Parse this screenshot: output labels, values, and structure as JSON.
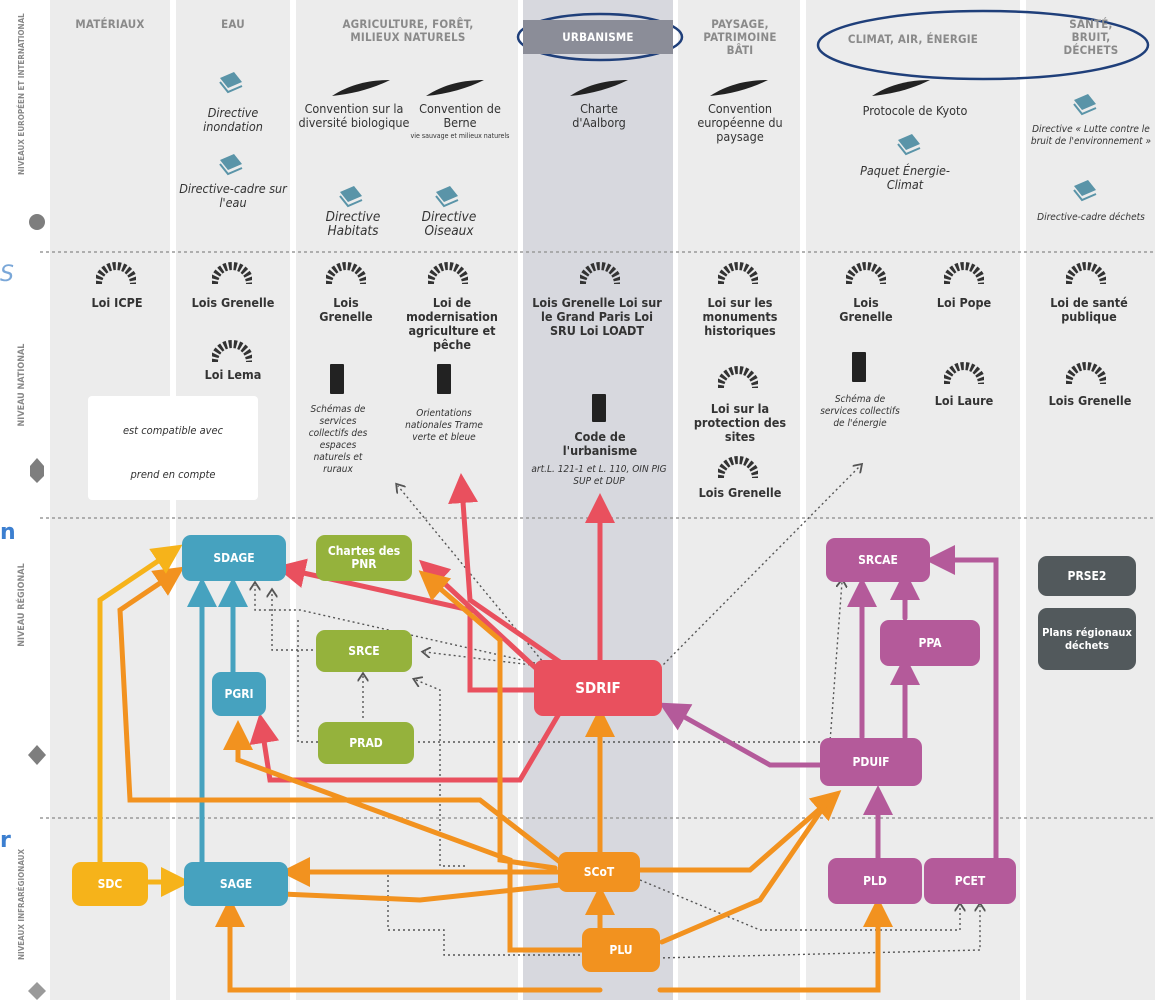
{
  "columns": {
    "materiaux": "MATÉRIAUX",
    "eau": "EAU",
    "agri": "AGRICULTURE, FORÊT, MILIEUX NATURELS",
    "urbanisme": "URBANISME",
    "paysage": "PAYSAGE, PATRIMOINE BÂTI",
    "climat": "CLIMAT, AIR, ÉNERGIE",
    "sante": "SANTÉ, BRUIT, DÉCHETS"
  },
  "levels": {
    "europe": "NIVEAUX EUROPÉEN ET INTERNATIONAL",
    "national": "NIVEAU NATIONAL",
    "regional": "NIVEAU RÉGIONAL",
    "infra": "NIVEAUX INFRARÉGIONAUX"
  },
  "left_fragments": {
    "s": "S",
    "n": "n",
    "r": "r"
  },
  "european": {
    "directive_inondation": "Directive inondation",
    "directive_cadre_eau": "Directive-cadre sur l'eau",
    "convention_diversite": "Convention sur la diversité biologique",
    "convention_berne": "Convention de Berne",
    "convention_berne_sub": "vie sauvage et milieux naturels",
    "directive_habitats": "Directive Habitats",
    "directive_oiseaux": "Directive Oiseaux",
    "charte_aalborg": "Charte d'Aalborg",
    "convention_paysage": "Convention européenne du paysage",
    "protocole_kyoto": "Protocole de Kyoto",
    "paquet_energie": "Paquet Énergie-Climat",
    "directive_bruit": "Directive « Lutte contre le bruit de l'environnement »",
    "directive_dechets": "Directive-cadre déchets"
  },
  "national": {
    "loi_icpe": "Loi ICPE",
    "lois_grenelle_eau": "Lois Grenelle",
    "loi_lema": "Loi Lema",
    "lois_grenelle_agri": "Lois Grenelle",
    "loi_modernisation": "Loi de modernisation agriculture et pêche",
    "schemas_espaces": "Schémas de services collectifs des espaces naturels et ruraux",
    "orientations": "Orientations nationales Trame verte et bleue",
    "urb_lois": "Lois Grenelle Loi sur le Grand Paris Loi SRU Loi LOADT",
    "code_urbanisme": "Code de l'urbanisme",
    "code_art": "art.L. 121-1 et L. 110, OIN PIG SUP et DUP",
    "loi_monuments": "Loi sur les monuments historiques",
    "loi_protection_sites": "Loi sur la protection des sites",
    "lois_grenelle_paysage": "Lois Grenelle",
    "lois_grenelle_climat": "Lois Grenelle",
    "loi_pope": "Loi Pope",
    "schema_energie": "Schéma de services collectifs de l'énergie",
    "loi_laure": "Loi Laure",
    "loi_sante": "Loi de santé publique",
    "lois_grenelle_sante": "Lois Grenelle"
  },
  "legend": {
    "compatible": "est compatible avec",
    "prend_compte": "prend en compte"
  },
  "nodes": {
    "sdage": "SDAGE",
    "pgri": "PGRI",
    "chartes_pnr": "Chartes des PNR",
    "srce": "SRCE",
    "prad": "PRAD",
    "sdrif": "SDRIF",
    "srcae": "SRCAE",
    "ppa": "PPA",
    "pduif": "PDUIF",
    "prse2": "PRSE2",
    "plans_dechets": "Plans régionaux déchets",
    "sdc": "SDC",
    "sage": "SAGE",
    "scot": "SCoT",
    "plu": "PLU",
    "pld": "PLD",
    "pcet": "PCET"
  },
  "colors": {
    "blue": "#46a2bf",
    "green": "#95b23c",
    "red": "#e9505e",
    "orange": "#f2921f",
    "yellow": "#f6b31a",
    "purple": "#b45a9a",
    "dark": "#52595c",
    "annotation_ellipse": "#1f3f7a"
  },
  "icons": [
    "feather-icon",
    "document-stack-icon",
    "parliament-icon",
    "book-icon",
    "diamond-level-icon",
    "hexagon-level-icon",
    "circle-level-icon"
  ]
}
